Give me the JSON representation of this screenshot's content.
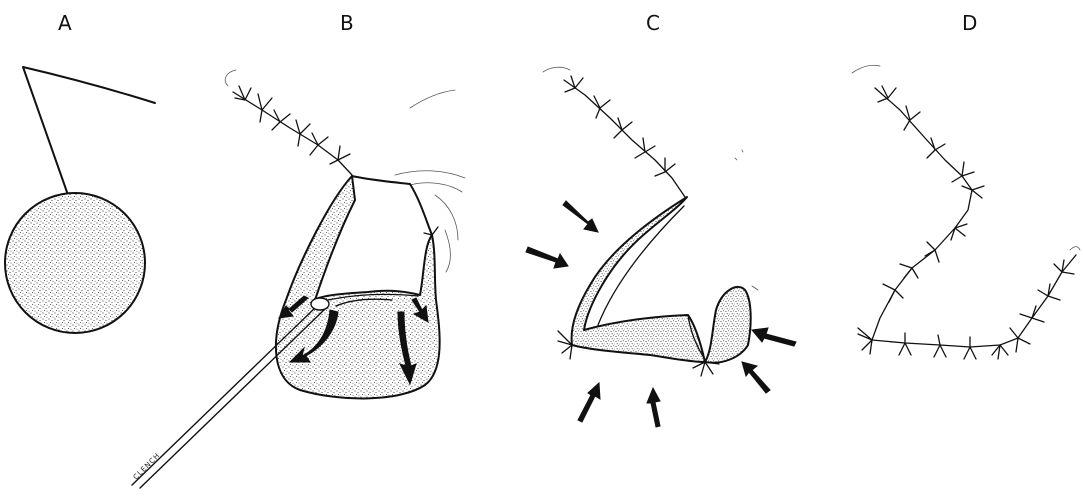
{
  "panels": [
    {
      "label": "A"
    },
    {
      "label": "B",
      "tool_label": "CLENCH"
    },
    {
      "label": "C"
    },
    {
      "label": "D"
    }
  ],
  "colors": {
    "ink": "#111111",
    "stipple": "#111111",
    "background": "#ffffff"
  }
}
